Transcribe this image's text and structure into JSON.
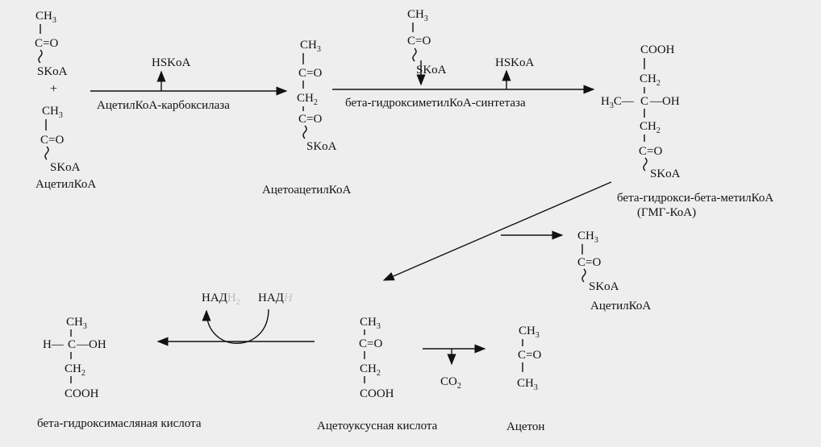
{
  "acetyl_coa_1": {
    "ch": "CH",
    "sub": "3",
    "co": "C=O",
    "s": "SKoA"
  },
  "plus": "+",
  "acetyl_coa_2": {
    "ch": "CH",
    "sub": "3",
    "co": "C=O",
    "s": "SKoA",
    "name": "АцетилКоА"
  },
  "step1": {
    "out": "HSKoA",
    "enzyme": "АцетилКоА-карбоксилаза"
  },
  "acetoacetyl_coa": {
    "ch": "CH",
    "sub": "3",
    "co1": "C=O",
    "ch2": "CH",
    "sub2": "2",
    "co2": "C=O",
    "s": "SKoA",
    "name": "АцетоацетилКоА"
  },
  "step2": {
    "in": {
      "ch": "CH",
      "sub": "3",
      "co": "C=O",
      "s": "SKoA"
    },
    "out": "HSKoA",
    "enzyme": "бета-гидроксиметилКоА-синтетаза"
  },
  "hmg_coa": {
    "cooh": "COOH",
    "ch2a": "CH",
    "sub2": "2",
    "h3c": "H",
    "h3c_sub": "3",
    "h3c_rest": "C—",
    "c": "C",
    "oh": "—OH",
    "ch2b": "CH",
    "co": "C=O",
    "s": "SKoA",
    "name": "бета-гидрокси-бета-метилКоА",
    "abbr": "(ГМГ-КоА)"
  },
  "released_acetyl": {
    "ch": "CH",
    "sub": "3",
    "co": "C=O",
    "s": "SKoA",
    "name": "АцетилКоА"
  },
  "nad": {
    "reduced": "НАД",
    "h2": "Н",
    "h2_sub": "2",
    "oxidized": "НАД",
    "scribble": "Н"
  },
  "hydroxybutyrate": {
    "ch": "CH",
    "sub": "3",
    "h": "H—",
    "c": "C",
    "oh": "—OH",
    "ch2": "CH",
    "sub2": "2",
    "cooh": "COOH",
    "name": "бета-гидроксимасляная кислота"
  },
  "acetoacetic": {
    "ch": "CH",
    "sub": "3",
    "co": "C=O",
    "ch2": "CH",
    "sub2": "2",
    "cooh": "COOH",
    "name": "Ацетоуксусная кислота"
  },
  "co2": {
    "co": "CO",
    "sub": "2"
  },
  "acetone": {
    "ch1": "CH",
    "sub": "3",
    "co": "C=O",
    "ch2": "CH",
    "name": "Ацетон"
  }
}
